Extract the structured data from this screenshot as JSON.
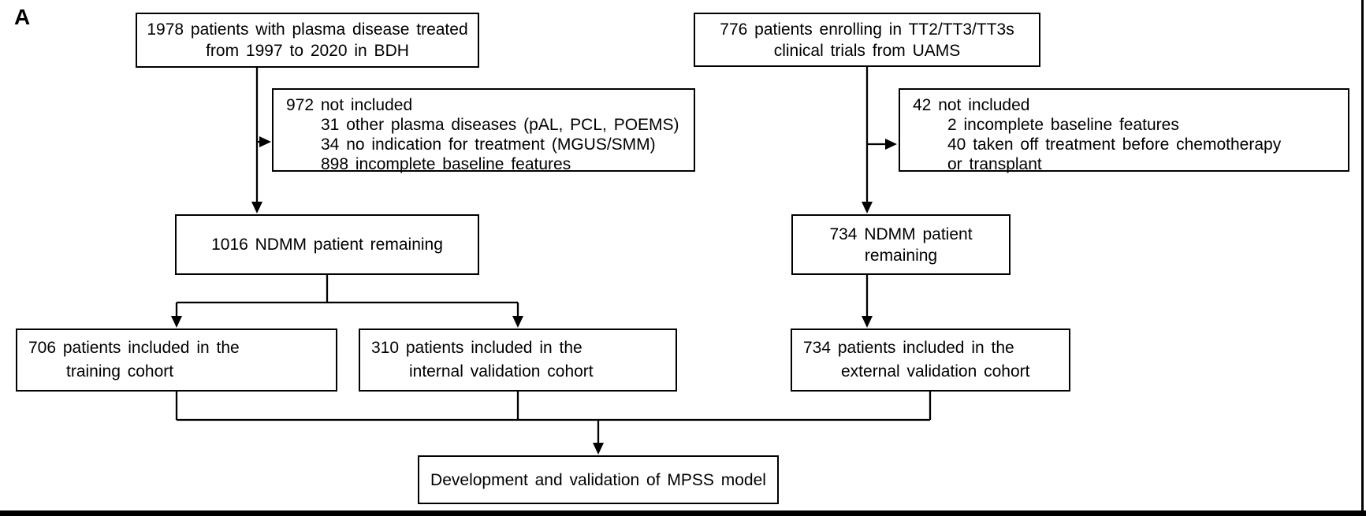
{
  "figure": {
    "panel_label": "A",
    "type": "patient-selection-flowchart",
    "colors": {
      "stroke": "#000000",
      "background": "#ffffff",
      "text": "#000000"
    }
  },
  "boxes": {
    "bdh_source": {
      "lines": [
        "1978 patients with plasma disease treated",
        "from 1997 to 2020 in BDH"
      ]
    },
    "uams_source": {
      "lines": [
        "776 patients enrolling in TT2/TT3/TT3s",
        "clinical trials from UAMS"
      ]
    },
    "bdh_excluded": {
      "lines": [
        "972 not included",
        "31 other plasma diseases (pAL, PCL, POEMS)",
        "34 no indication for treatment (MGUS/SMM)",
        "898 incomplete baseline features"
      ]
    },
    "uams_excluded": {
      "lines": [
        "42 not included",
        "2 incomplete baseline features",
        "40 taken off treatment before chemotherapy",
        "or transplant"
      ]
    },
    "bdh_remaining": {
      "text": "1016 NDMM patient remaining"
    },
    "uams_remaining": {
      "text": "734 NDMM patient remaining"
    },
    "training_cohort": {
      "lines": [
        "706 patients included in the",
        "training cohort"
      ]
    },
    "internal_validation_cohort": {
      "lines": [
        "310 patients included in the",
        "internal validation cohort"
      ]
    },
    "external_validation_cohort": {
      "lines": [
        "734 patients included in the",
        "external validation cohort"
      ]
    },
    "model": {
      "text": "Development and validation of MPSS model"
    }
  }
}
